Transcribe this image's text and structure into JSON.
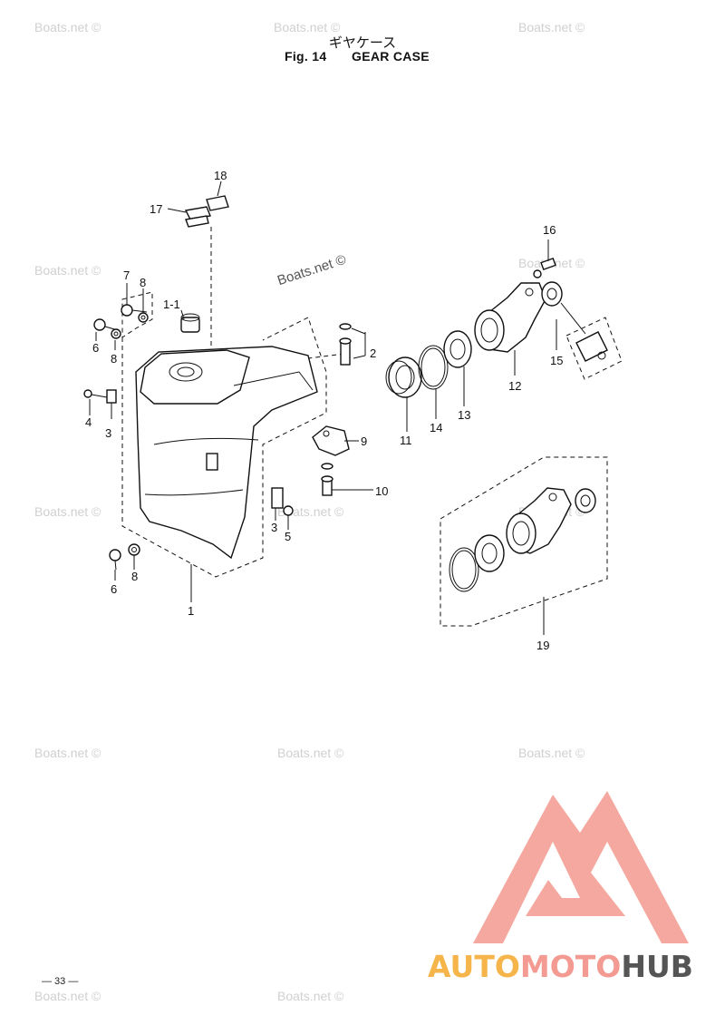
{
  "header": {
    "title_jp": "ギヤケース",
    "fig_label": "Fig. 14",
    "fig_name": "GEAR CASE"
  },
  "watermark_text": "Boats.net ©",
  "page_number": "— 33 —",
  "brand": {
    "part1": "AUTO",
    "part2": "MOTO",
    "part3": "HUB",
    "colors": {
      "part1": "#f6b54a",
      "part2": "#f39a92",
      "part3": "#555555",
      "logo": "#f4a39a"
    }
  },
  "callouts": [
    {
      "id": "c18",
      "text": "18"
    },
    {
      "id": "c17",
      "text": "17"
    },
    {
      "id": "c16",
      "text": "16"
    },
    {
      "id": "c7",
      "text": "7"
    },
    {
      "id": "c8a",
      "text": "8"
    },
    {
      "id": "c1_1",
      "text": "1-1"
    },
    {
      "id": "c6a",
      "text": "6"
    },
    {
      "id": "c8b",
      "text": "8"
    },
    {
      "id": "c2",
      "text": "2"
    },
    {
      "id": "c4",
      "text": "4"
    },
    {
      "id": "c3a",
      "text": "3"
    },
    {
      "id": "c9",
      "text": "9"
    },
    {
      "id": "c10",
      "text": "10"
    },
    {
      "id": "c3b",
      "text": "3"
    },
    {
      "id": "c5",
      "text": "5"
    },
    {
      "id": "c6b",
      "text": "6"
    },
    {
      "id": "c8c",
      "text": "8"
    },
    {
      "id": "c1",
      "text": "1"
    },
    {
      "id": "c11",
      "text": "11"
    },
    {
      "id": "c14",
      "text": "14"
    },
    {
      "id": "c13",
      "text": "13"
    },
    {
      "id": "c12",
      "text": "12"
    },
    {
      "id": "c15",
      "text": "15"
    },
    {
      "id": "c19",
      "text": "19"
    }
  ]
}
